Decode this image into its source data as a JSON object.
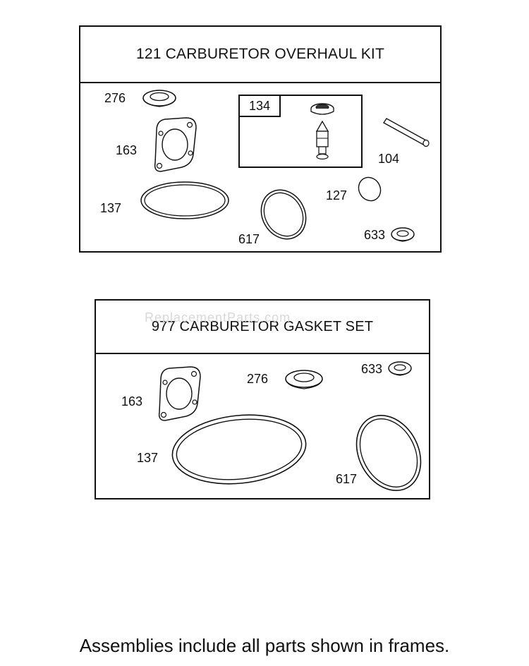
{
  "overhaul_kit": {
    "title": "121 CARBURETOR OVERHAUL KIT",
    "labels": {
      "p276": "276",
      "p163": "163",
      "p137": "137",
      "p617": "617",
      "p134": "134",
      "p104": "104",
      "p127": "127",
      "p633": "633"
    }
  },
  "gasket_set": {
    "title": "977 CARBURETOR GASKET SET",
    "labels": {
      "p163": "163",
      "p276": "276",
      "p633": "633",
      "p137": "137",
      "p617": "617"
    }
  },
  "watermark": "ReplacementParts.com",
  "footer": "Assemblies include all parts shown in frames."
}
